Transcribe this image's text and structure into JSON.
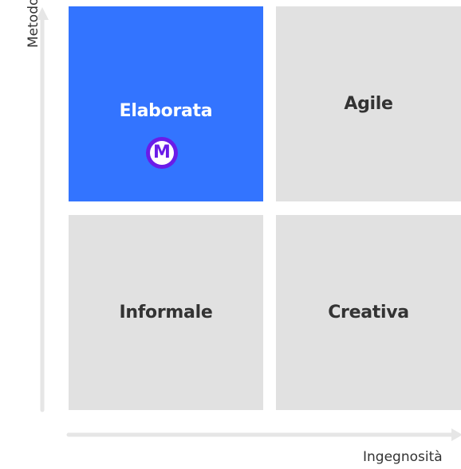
{
  "axes": {
    "y_label": "Metodo",
    "x_label": "Ingegnosità"
  },
  "quadrants": [
    {
      "label": "Elaborata",
      "position": "top-left",
      "highlighted": true,
      "color": "#3374ff"
    },
    {
      "label": "Agile",
      "position": "top-right",
      "highlighted": false,
      "color": "#e1e1e1"
    },
    {
      "label": "Informale",
      "position": "bottom-left",
      "highlighted": false,
      "color": "#e1e1e1"
    },
    {
      "label": "Creativa",
      "position": "bottom-right",
      "highlighted": false,
      "color": "#e1e1e1"
    }
  ],
  "marker": {
    "letter": "M",
    "quadrant": "top-left",
    "color": "#6a1ce8"
  },
  "colors": {
    "highlight": "#3374ff",
    "neutral": "#e1e1e1",
    "axis": "#e6e6e6",
    "text": "#333333"
  }
}
